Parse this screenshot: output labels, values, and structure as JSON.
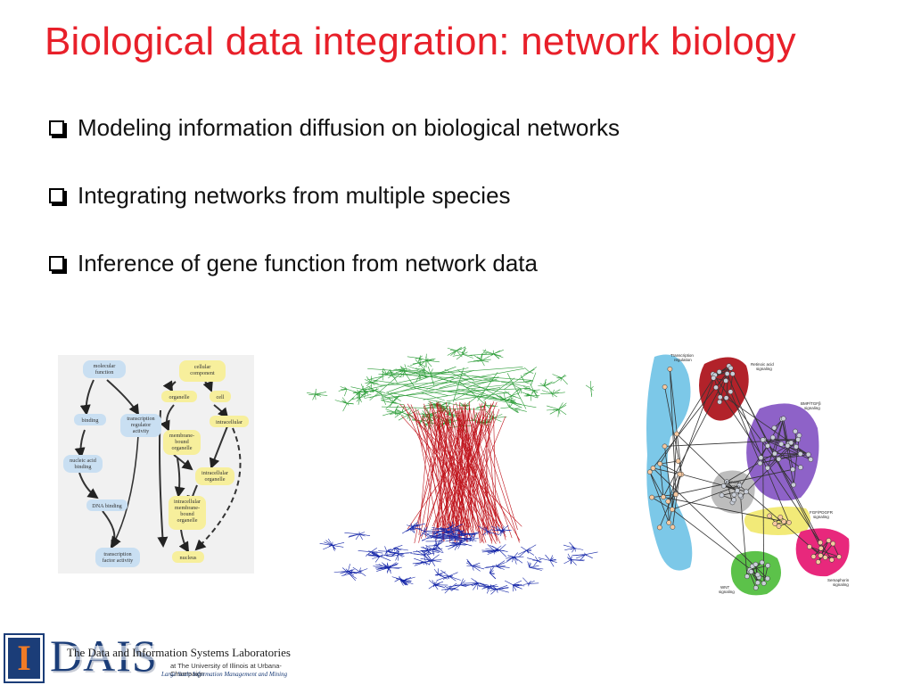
{
  "slide": {
    "title": "Biological data integration: network biology"
  },
  "bullets": [
    "Modeling information diffusion on biological networks",
    "Integrating networks from multiple species",
    "Inference of gene function from network data"
  ],
  "figures": {
    "go_graph": {
      "left_nodes": [
        "molecular function",
        "binding",
        "transcription regulator activity",
        "nucleic acid binding",
        "DNA binding",
        "transcription factor activity"
      ],
      "right_nodes": [
        "cellular component",
        "organelle",
        "cell",
        "intracellular",
        "membrane-bound organelle",
        "intracellular organelle",
        "intracellular membrane-bound organelle",
        "nucleus"
      ],
      "left_color": "#c9dff2",
      "right_color": "#f7ef9c"
    },
    "multi_species_network": {
      "top_color": "#2e9e3a",
      "middle_color": "#c0141c",
      "bottom_color": "#1526a8"
    },
    "pathway_map": {
      "labels": [
        "Transcription regulation",
        "Retinoic acid signaling",
        "BMP/TGFβ signaling",
        "Unknown function",
        "FGF/PDGFR signaling",
        "WNT signaling",
        "Semaphorin signaling"
      ],
      "colors": {
        "transcription": "#7cc8e8",
        "retinoic": "#b2222a",
        "bmp": "#8e62c8",
        "unknown": "#bdbdbd",
        "fgf": "#f2ea78",
        "wnt": "#5cc24a",
        "semaphorin": "#e8287c"
      }
    }
  },
  "footer": {
    "logo_letter": "I",
    "dais": "DAIS",
    "lab_name": "The Data and Information Systems Laboratories",
    "affiliation": "at The University of Illinois at Urbana-Champaign",
    "tagline": "Large Scale Information Management and Mining"
  }
}
